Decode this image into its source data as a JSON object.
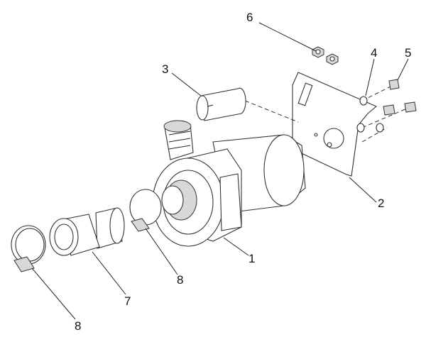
{
  "diagram": {
    "callouts": [
      {
        "id": "6",
        "text": "6",
        "part": "nuts"
      },
      {
        "id": "4",
        "text": "4",
        "part": "washer"
      },
      {
        "id": "5",
        "text": "5",
        "part": "screw"
      },
      {
        "id": "3",
        "text": "3",
        "part": "capacitor"
      },
      {
        "id": "2",
        "text": "2",
        "part": "mounting-bracket"
      },
      {
        "id": "1",
        "text": "1",
        "part": "pump-motor"
      },
      {
        "id": "8a",
        "text": "8",
        "part": "hose-clamp-inner"
      },
      {
        "id": "7",
        "text": "7",
        "part": "hose-sleeve"
      },
      {
        "id": "8b",
        "text": "8",
        "part": "hose-clamp-outer"
      }
    ]
  }
}
